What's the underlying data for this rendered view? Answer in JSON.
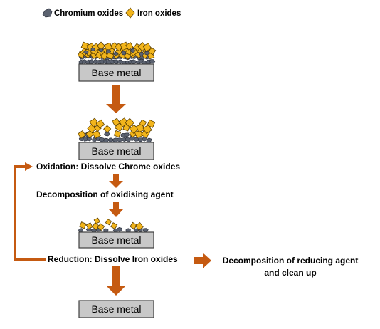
{
  "legend": {
    "chromium": "Chromium oxides",
    "iron": "Iron oxides"
  },
  "base_metal_label": "Base metal",
  "steps": {
    "oxidation": "Oxidation: Dissolve Chrome oxides",
    "decomp_oxidising": "Decomposition of oxidising agent",
    "reduction": "Reduction: Dissolve Iron oxides",
    "decomp_reducing_line1": "Decomposition of reducing agent",
    "decomp_reducing_line2": "and clean up"
  },
  "colors": {
    "arrow": "#c55a11",
    "chromium": "#5b6270",
    "iron": "#f2b51c",
    "box_fill": "#c8c8c8",
    "box_stroke": "#404040"
  }
}
